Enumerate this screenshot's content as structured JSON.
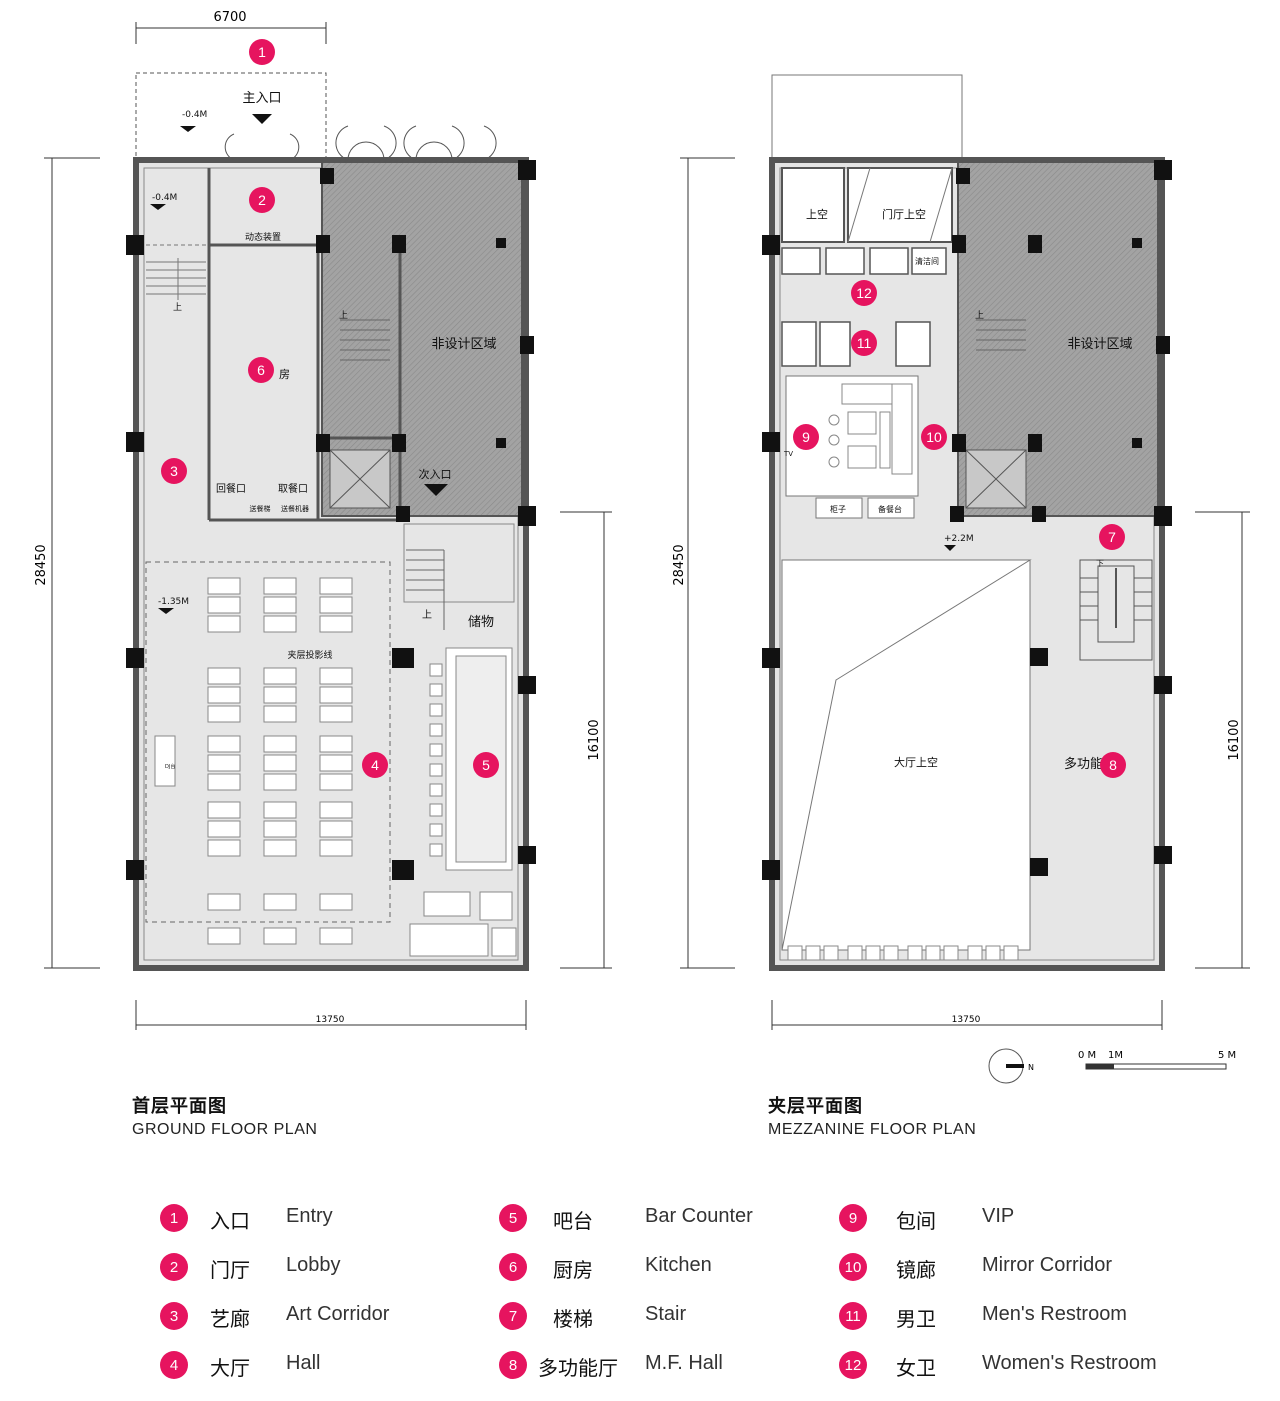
{
  "ground": {
    "title_cn": "首层平面图",
    "title_en": "GROUND FLOOR PLAN",
    "dim_top": "6700",
    "dim_left": "28450",
    "dim_right": "16100",
    "dim_bottom": "13750",
    "labels": {
      "main_entry": "主入口",
      "level_entry": "-0.4M",
      "level_inner": "-0.4M",
      "dynamic_device": "动态装置",
      "kitchen_suffix": "房",
      "return_window": "回餐口",
      "pickup_window": "取餐口",
      "dish_lift": "送餐梯",
      "dish_machine": "送餐机器",
      "secondary_entry": "次入口",
      "non_design": "非设计区域",
      "up_1": "上",
      "up_2": "上",
      "up_3": "上",
      "level_hall": "-1.35M",
      "mezz_projection": "夹层投影线",
      "storage": "储物",
      "dj": "DJ台"
    },
    "markers": [
      "1",
      "2",
      "6",
      "3",
      "4",
      "5"
    ]
  },
  "mezzanine": {
    "title_cn": "夹层平面图",
    "title_en": "MEZZANINE FLOOR PLAN",
    "dim_left": "28450",
    "dim_right": "16100",
    "dim_bottom": "13750",
    "labels": {
      "void_1": "上空",
      "lobby_void": "门厅上空",
      "cleaning": "清洁间",
      "non_design": "非设计区域",
      "tv": "TV",
      "cabinet": "柜子",
      "prep": "备餐台",
      "level": "+2.2M",
      "hall_void": "大厅上空",
      "mf_hall": "多功能",
      "up": "上",
      "down": "下"
    },
    "markers": [
      "12",
      "11",
      "9",
      "10",
      "7",
      "8"
    ]
  },
  "scale": {
    "s0": "0 M",
    "s1": "1M",
    "s5": "5 M",
    "north": "N"
  },
  "legend": [
    {
      "num": "1",
      "cn": "入口",
      "en": "Entry"
    },
    {
      "num": "2",
      "cn": "门厅",
      "en": "Lobby"
    },
    {
      "num": "3",
      "cn": "艺廊",
      "en": "Art Corridor"
    },
    {
      "num": "4",
      "cn": "大厅",
      "en": "Hall"
    },
    {
      "num": "5",
      "cn": "吧台",
      "en": "Bar Counter"
    },
    {
      "num": "6",
      "cn": "厨房",
      "en": "Kitchen"
    },
    {
      "num": "7",
      "cn": "楼梯",
      "en": "Stair"
    },
    {
      "num": "8",
      "cn": "多功能厅",
      "en": "M.F. Hall"
    },
    {
      "num": "9",
      "cn": "包间",
      "en": "VIP"
    },
    {
      "num": "10",
      "cn": "镜廊",
      "en": "Mirror Corridor"
    },
    {
      "num": "11",
      "cn": "男卫",
      "en": "Men's Restroom"
    },
    {
      "num": "12",
      "cn": "女卫",
      "en": "Women's Restroom"
    }
  ],
  "colors": {
    "marker": "#e6145f",
    "floor": "#e4e4e4",
    "wall": "#555555",
    "hatch": "#9a9a9a"
  }
}
